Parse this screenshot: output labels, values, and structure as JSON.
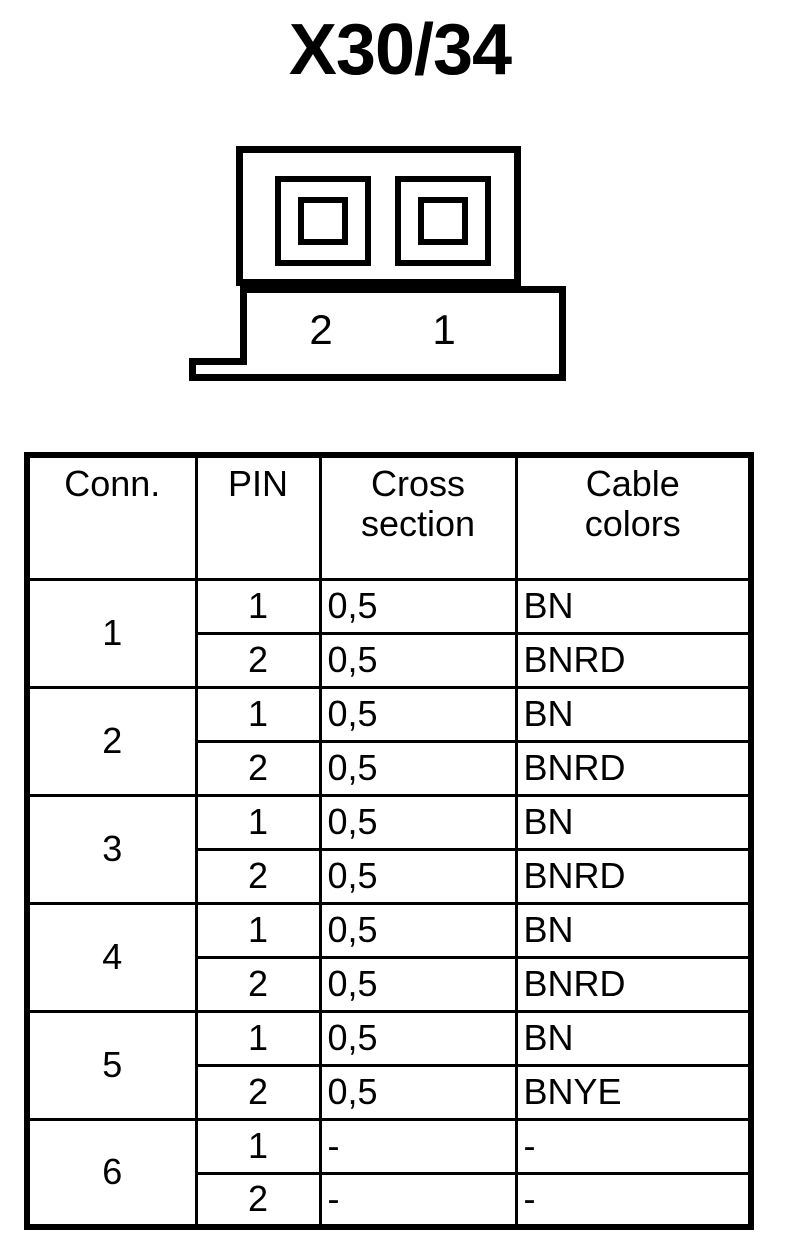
{
  "title": "X30/34",
  "connector": {
    "pin_labels": [
      "2",
      "1"
    ],
    "pin_count": 2
  },
  "table": {
    "headers": {
      "conn": "Conn.",
      "pin": "PIN",
      "cross_section_line1": "Cross",
      "cross_section_line2": "section",
      "cable_colors_line1": "Cable",
      "cable_colors_line2": "colors"
    },
    "groups": [
      {
        "conn": "1",
        "rows": [
          {
            "pin": "1",
            "cross_section": "0,5",
            "cable_color": "BN"
          },
          {
            "pin": "2",
            "cross_section": "0,5",
            "cable_color": "BNRD"
          }
        ]
      },
      {
        "conn": "2",
        "rows": [
          {
            "pin": "1",
            "cross_section": "0,5",
            "cable_color": "BN"
          },
          {
            "pin": "2",
            "cross_section": "0,5",
            "cable_color": "BNRD"
          }
        ]
      },
      {
        "conn": "3",
        "rows": [
          {
            "pin": "1",
            "cross_section": "0,5",
            "cable_color": "BN"
          },
          {
            "pin": "2",
            "cross_section": "0,5",
            "cable_color": "BNRD"
          }
        ]
      },
      {
        "conn": "4",
        "rows": [
          {
            "pin": "1",
            "cross_section": "0,5",
            "cable_color": "BN"
          },
          {
            "pin": "2",
            "cross_section": "0,5",
            "cable_color": "BNRD"
          }
        ]
      },
      {
        "conn": "5",
        "rows": [
          {
            "pin": "1",
            "cross_section": "0,5",
            "cable_color": "BN"
          },
          {
            "pin": "2",
            "cross_section": "0,5",
            "cable_color": "BNYE"
          }
        ]
      },
      {
        "conn": "6",
        "rows": [
          {
            "pin": "1",
            "cross_section": "-",
            "cable_color": "-"
          },
          {
            "pin": "2",
            "cross_section": "-",
            "cable_color": "-"
          }
        ]
      }
    ]
  },
  "colors": {
    "ink": "#000000",
    "paper": "#ffffff"
  }
}
